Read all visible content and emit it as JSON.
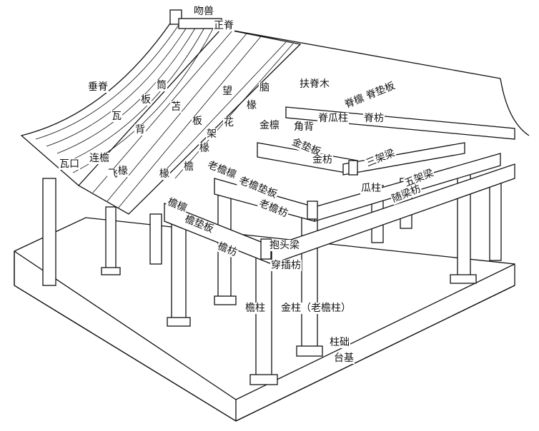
{
  "title": "清式建筑构件示意",
  "labels": {
    "wenshou": "吻兽",
    "zhengji": "正脊",
    "chuiji": "垂脊",
    "tong": "筒",
    "ban1": "板",
    "wa": "瓦",
    "bei": "背",
    "shan": "苫",
    "wang": "望",
    "ban2": "板",
    "nao": "脑",
    "chuan1": "椽",
    "hua": "花",
    "jia": "架",
    "chuan2": "椽",
    "fujimu": "扶脊木",
    "jilin_jidianban": "脊檩 脊垫板",
    "jiguazhu": "脊瓜柱",
    "jifang": "脊枋",
    "jinlin": "金檩",
    "jiaobei": "角背",
    "jindianban": "金垫板",
    "jinfang": "金枋",
    "sanjialiang": "三架梁",
    "guazhu": "瓜柱",
    "wujialiang": "五架梁",
    "suiliangfang": "随梁枋",
    "wakou": "瓦口",
    "lianyan": "连檐",
    "fei": "飞",
    "chuan3": "椽",
    "chuan4": "椽",
    "yan": "檐",
    "laoyanlin": "老檐檩",
    "laoyandianban": "老檐垫板",
    "laoyanfang": "老檐枋",
    "yanlin": "檐檩",
    "yandianban": "檐垫板",
    "yanfang": "檐枋",
    "baotouliang": "抱头梁",
    "chuanchafang": "穿插枋",
    "yanzhu": "檐柱",
    "jinzhu": "金柱（老檐柱）",
    "zhuchu": "柱础",
    "taiji": "台基"
  }
}
